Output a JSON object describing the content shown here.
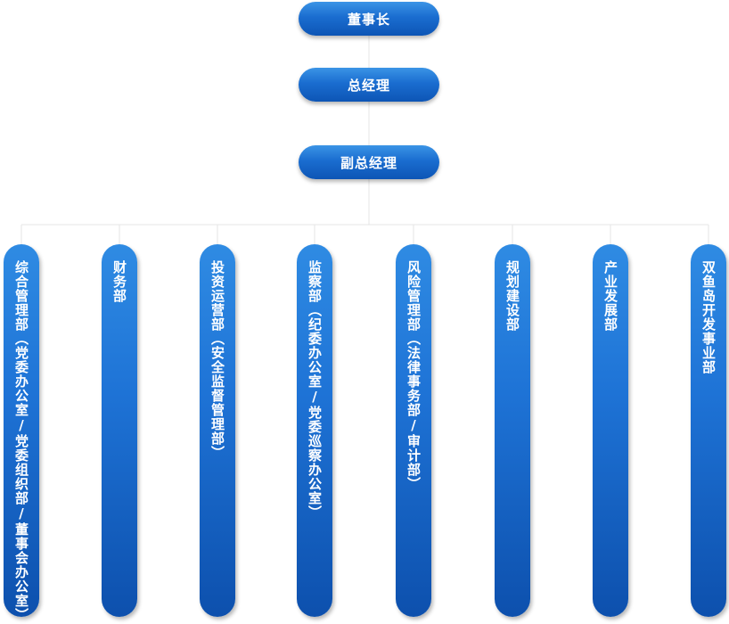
{
  "chart": {
    "top": [
      {
        "id": "chairman",
        "label": "董事长"
      },
      {
        "id": "general-manager",
        "label": "总经理"
      },
      {
        "id": "deputy-general-manager",
        "label": "副总经理"
      }
    ],
    "departments": [
      {
        "id": "dept-1",
        "label": "综合管理部（党委办公室/党委组织部/董事会办公室）"
      },
      {
        "id": "dept-2",
        "label": "财务部"
      },
      {
        "id": "dept-3",
        "label": "投资运营部（安全监督管理部）"
      },
      {
        "id": "dept-4",
        "label": "监察部（纪委办公室/党委巡察办公室）"
      },
      {
        "id": "dept-5",
        "label": "风险管理部（法律事务部/审计部）"
      },
      {
        "id": "dept-6",
        "label": "规划建设部"
      },
      {
        "id": "dept-7",
        "label": "产业发展部"
      },
      {
        "id": "dept-8",
        "label": "双鱼岛开发事业部"
      }
    ]
  }
}
